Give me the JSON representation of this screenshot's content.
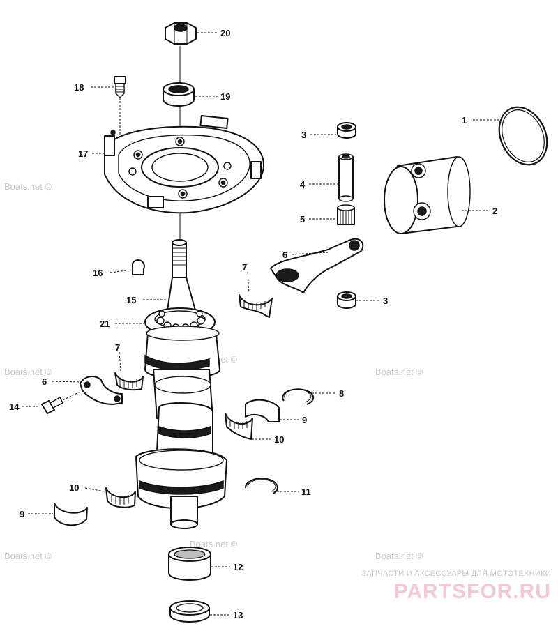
{
  "callouts": {
    "c1": "1",
    "c2": "2",
    "c3a": "3",
    "c3b": "3",
    "c4": "4",
    "c5": "5",
    "c6a": "6",
    "c6b": "6",
    "c7a": "7",
    "c7b": "7",
    "c8": "8",
    "c9a": "9",
    "c9b": "9",
    "c10a": "10",
    "c10b": "10",
    "c11": "11",
    "c12": "12",
    "c13": "13",
    "c14": "14",
    "c15": "15",
    "c16": "16",
    "c17": "17",
    "c18": "18",
    "c19": "19",
    "c20": "20",
    "c21": "21"
  },
  "watermark": {
    "text": "Boats.net ©"
  },
  "brand": {
    "tagline": "ЗАПЧАСТИ И АКСЕССУАРЫ ДЛЯ МОТОТЕХНИКИ",
    "name": "PARTSFOR.RU"
  }
}
